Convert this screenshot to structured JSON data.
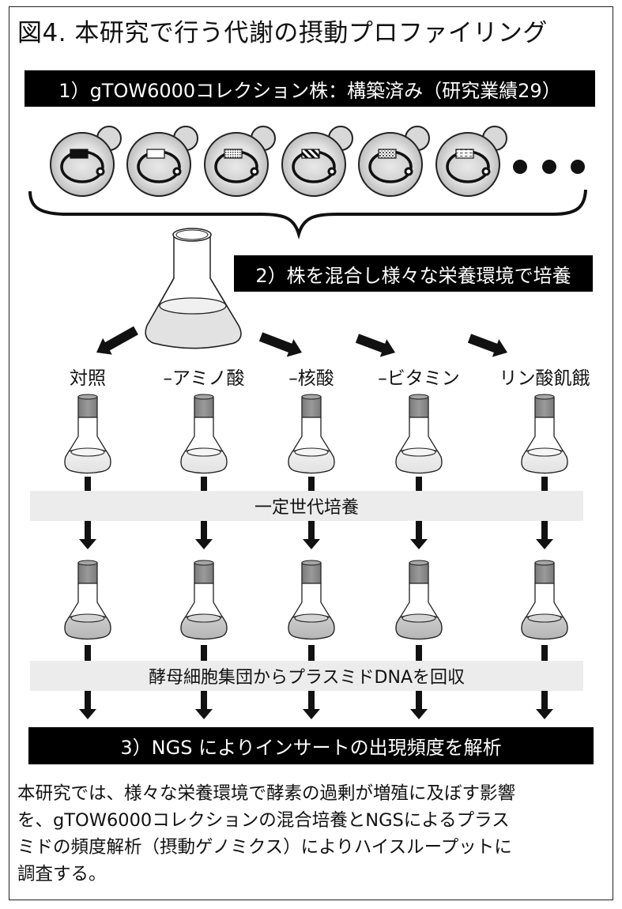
{
  "figure": {
    "title": "図4. 本研究で行う代謝の摂動プロファイリング",
    "step1": "1）gTOW6000コレクション株：構築済み（研究業績29）",
    "step2": "2）株を混合し様々な栄養環境で培養",
    "step3": "3）NGS によりインサートの出現頻度を解析",
    "ellipsis": "…",
    "strains": [
      {
        "insert_pattern": "solid-black"
      },
      {
        "insert_pattern": "white"
      },
      {
        "insert_pattern": "fine-dots"
      },
      {
        "insert_pattern": "diagonal-stripes"
      },
      {
        "insert_pattern": "coarse-dots"
      },
      {
        "insert_pattern": "dashes"
      }
    ],
    "conditions": [
      {
        "label": "対照"
      },
      {
        "label": "–アミノ酸"
      },
      {
        "label": "–核酸"
      },
      {
        "label": "–ビタミン"
      },
      {
        "label": "リン酸飢餓"
      }
    ],
    "band1": "一定世代培養",
    "band2": "酵母細胞集団からプラスミドDNAを回収",
    "description_lines": [
      "本研究では、様々な栄養環境で酵素の過剰が増殖に及ぼす影響",
      "を、gTOW6000コレクションの混合培養とNGSによるプラス",
      "ミドの頻度解析（摂動ゲノミクス）によりハイスループットに",
      "調査する。"
    ],
    "colors": {
      "cell_fill": "#d9d9d9",
      "cap_fill": "#8c8c8c",
      "medium_light": "#e6e6e6",
      "medium_dark": "#bdbdbd",
      "band_fill": "#ececec",
      "banner_fill": "#000000"
    }
  }
}
